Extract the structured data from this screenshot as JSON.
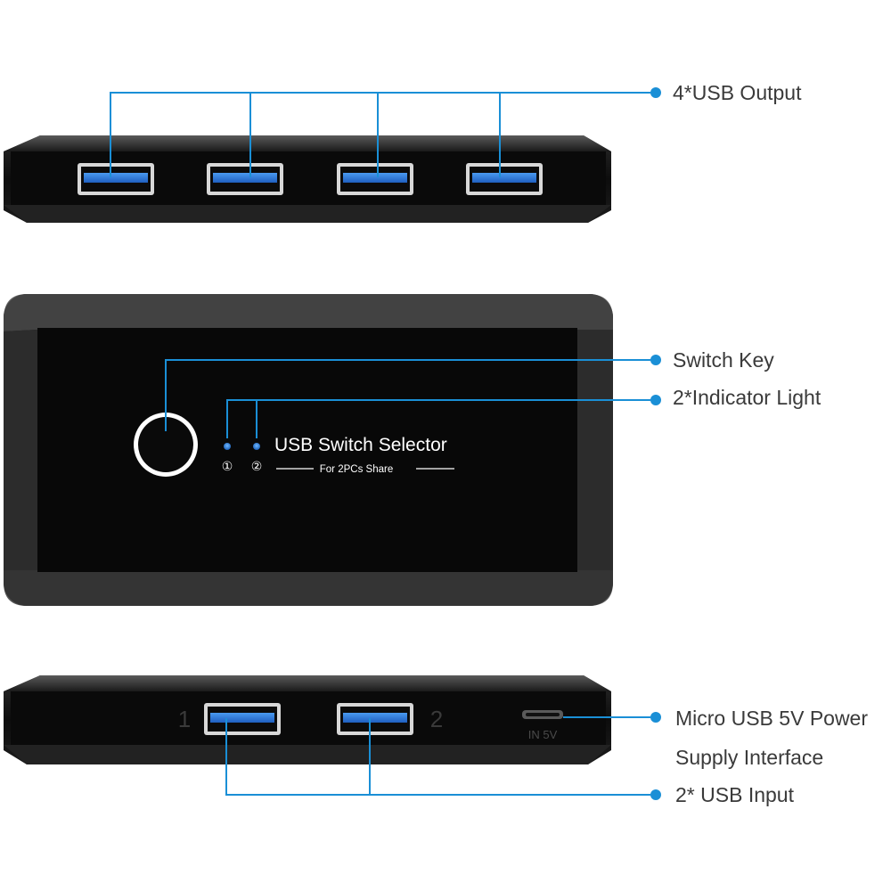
{
  "colors": {
    "callout_line": "#1a8fd6",
    "port_blue": "#2f7de0",
    "device_body": "#111111",
    "label_text": "#3a3a3a"
  },
  "callouts": {
    "usb_output": "4*USB Output",
    "switch_key": "Switch Key",
    "indicator_light": "2*Indicator Light",
    "power_line1": "Micro USB 5V Power",
    "power_line2": "Supply Interface",
    "usb_input": "2* USB Input"
  },
  "device_top": {
    "title": "USB Switch Selector",
    "subtitle": "For 2PCs Share",
    "indicator_1": "①",
    "indicator_2": "②"
  },
  "device_back": {
    "port_1_label": "1",
    "port_2_label": "2",
    "power_port_label": "IN 5V"
  },
  "icons": [
    "switch-key-button",
    "indicator-led",
    "usb-port",
    "micro-usb-port"
  ]
}
